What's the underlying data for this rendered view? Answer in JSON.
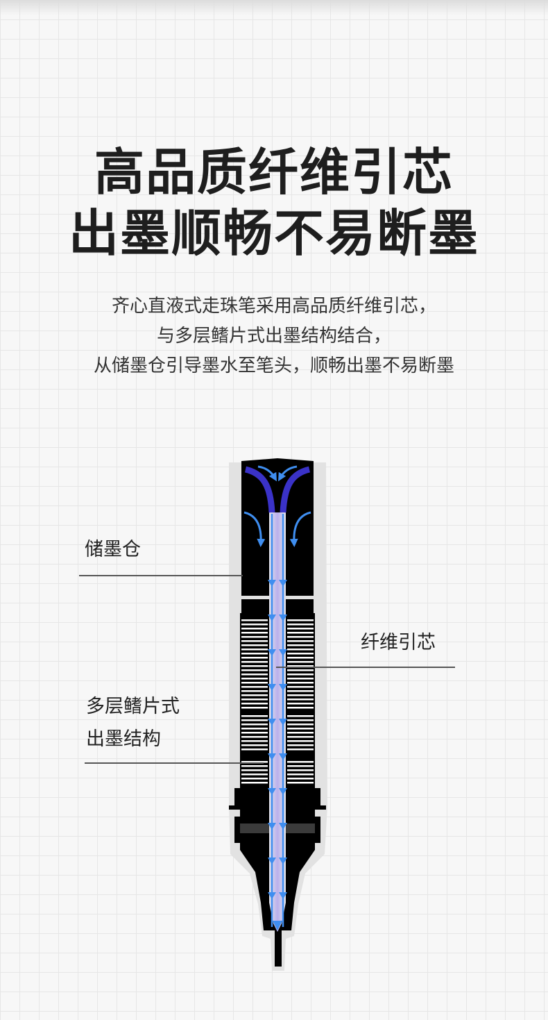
{
  "headline": {
    "line1": "高品质纤维引芯",
    "line2": "出墨顺畅不易断墨"
  },
  "description": {
    "line1": "齐心直液式走珠笔采用高品质纤维引芯，",
    "line2": "与多层鳍片式出墨结构结合，",
    "line3": "从储墨仓引导墨水至笔头，顺畅出墨不易断墨"
  },
  "diagram": {
    "labels": {
      "ink_chamber": "储墨仓",
      "fiber_core": "纤维引芯",
      "fin_structure_line1": "多层鳍片式",
      "fin_structure_line2": "出墨结构"
    },
    "colors": {
      "casing": "#e2e2e2",
      "body": "#000000",
      "flow_arrow": "#3f8ef0",
      "top_arrow": "#3a32c8",
      "core": "#c9c3ee"
    }
  }
}
